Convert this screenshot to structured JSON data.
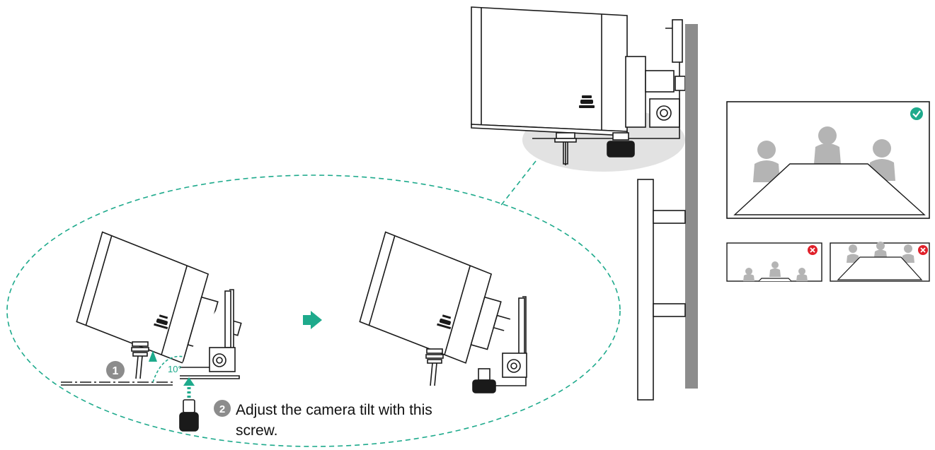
{
  "steps": {
    "step1_number": "1",
    "step2_number": "2",
    "step2_text_line1": "Adjust the camera tilt with this",
    "step2_text_line2": "screw."
  },
  "angle_label": "10°",
  "colors": {
    "accent": "#1eaa8c",
    "line": "#1a1a1a",
    "wall": "#8c8c8c",
    "person": "#b4b4b4",
    "highlight": "#e2e2e2",
    "ok": "#1eaa8c",
    "bad": "#e0202a"
  },
  "results": {
    "correct_icon": "check-circle-icon",
    "wrong_icon": "x-circle-icon"
  }
}
